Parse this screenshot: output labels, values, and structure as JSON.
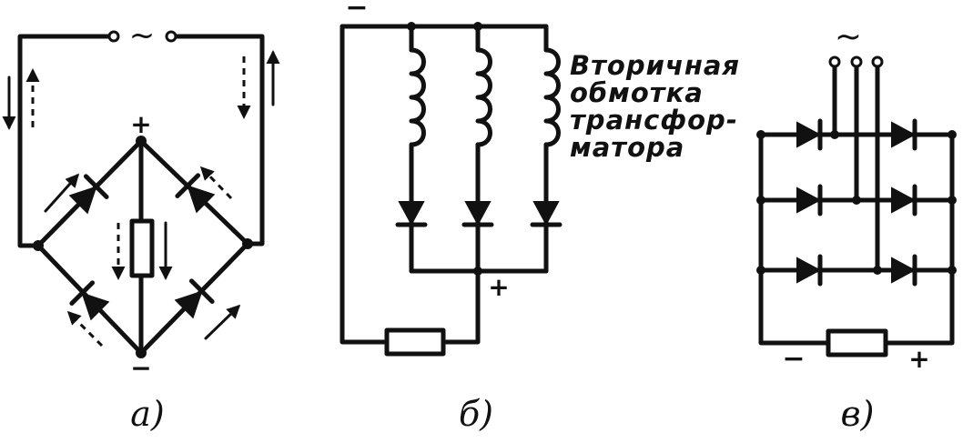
{
  "diagram_a": {
    "ac_symbol": "~",
    "plus": "+",
    "minus": "−",
    "caption": "а)"
  },
  "diagram_b": {
    "minus": "−",
    "plus": "+",
    "winding_label": [
      "Вторичная",
      "обмотка",
      "трансфор-",
      "матора"
    ],
    "caption": "б)"
  },
  "diagram_c": {
    "ac_symbol": "~",
    "minus": "−",
    "plus": "+",
    "caption": "в)"
  }
}
